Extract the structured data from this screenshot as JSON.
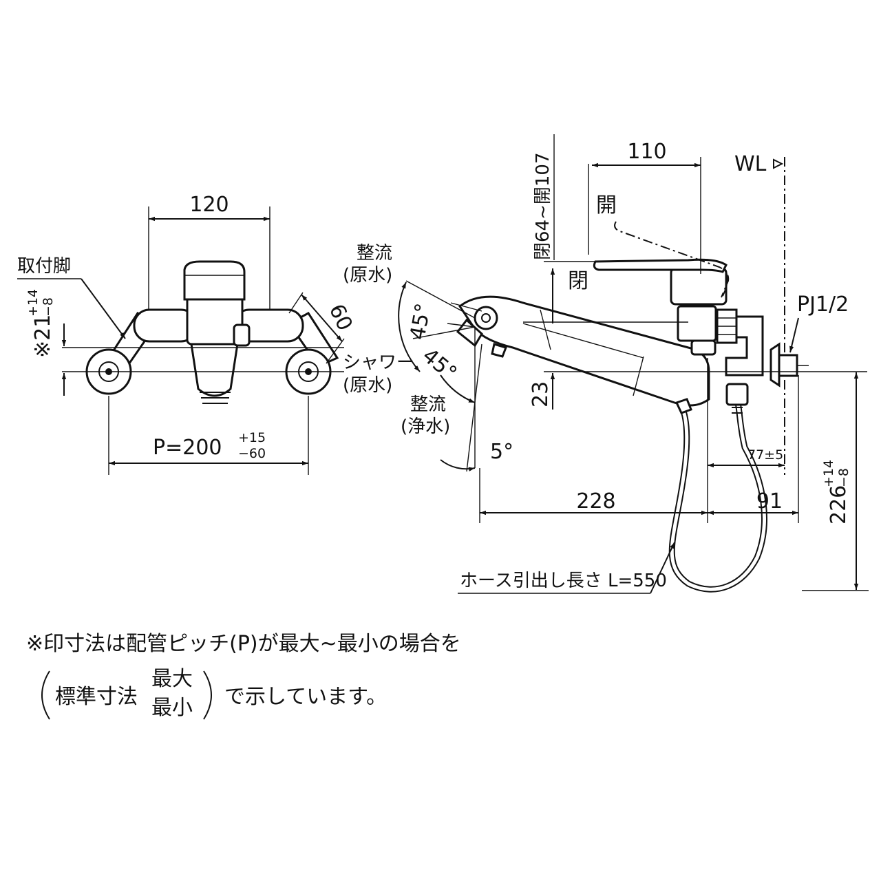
{
  "front_view": {
    "mount_leg_label": "取付脚",
    "width_dim": "120",
    "leg_dim": "60",
    "pitch_prefix": "P=200",
    "pitch_plus": "+15",
    "pitch_minus": "−60",
    "height_prefix": "※21",
    "height_plus": "+14",
    "height_minus": "−8"
  },
  "side_view": {
    "spout_to_lever_dim": "110",
    "lever_range_dim": "閉64~開107",
    "open_label": "開",
    "closed_label": "閉",
    "wl_label": "WL",
    "pj_label": "PJ1/2",
    "mode_straight_raw_1": "整流",
    "mode_straight_raw_2": "(原水)",
    "mode_shower_1": "シャワー",
    "mode_shower_2": "(原水)",
    "mode_straight_purified_1": "整流",
    "mode_straight_purified_2": "(浄水)",
    "angle_1": "45°",
    "angle_2": "45°",
    "angle_3": "5°",
    "height_23": "23",
    "dim_77": "77±5",
    "dim_228": "228",
    "dim_91": "91",
    "height_prefix": "226",
    "height_plus": "+14",
    "height_minus": "−8",
    "hose_label": "ホース引出し長さ L=550"
  },
  "note": {
    "line1": "※印寸法は配管ピッチ(P)が最大~最小の場合を",
    "line2_prefix": "標準寸法",
    "line2_max": "最大",
    "line2_min": "最小",
    "line2_suffix": "で示しています。"
  }
}
